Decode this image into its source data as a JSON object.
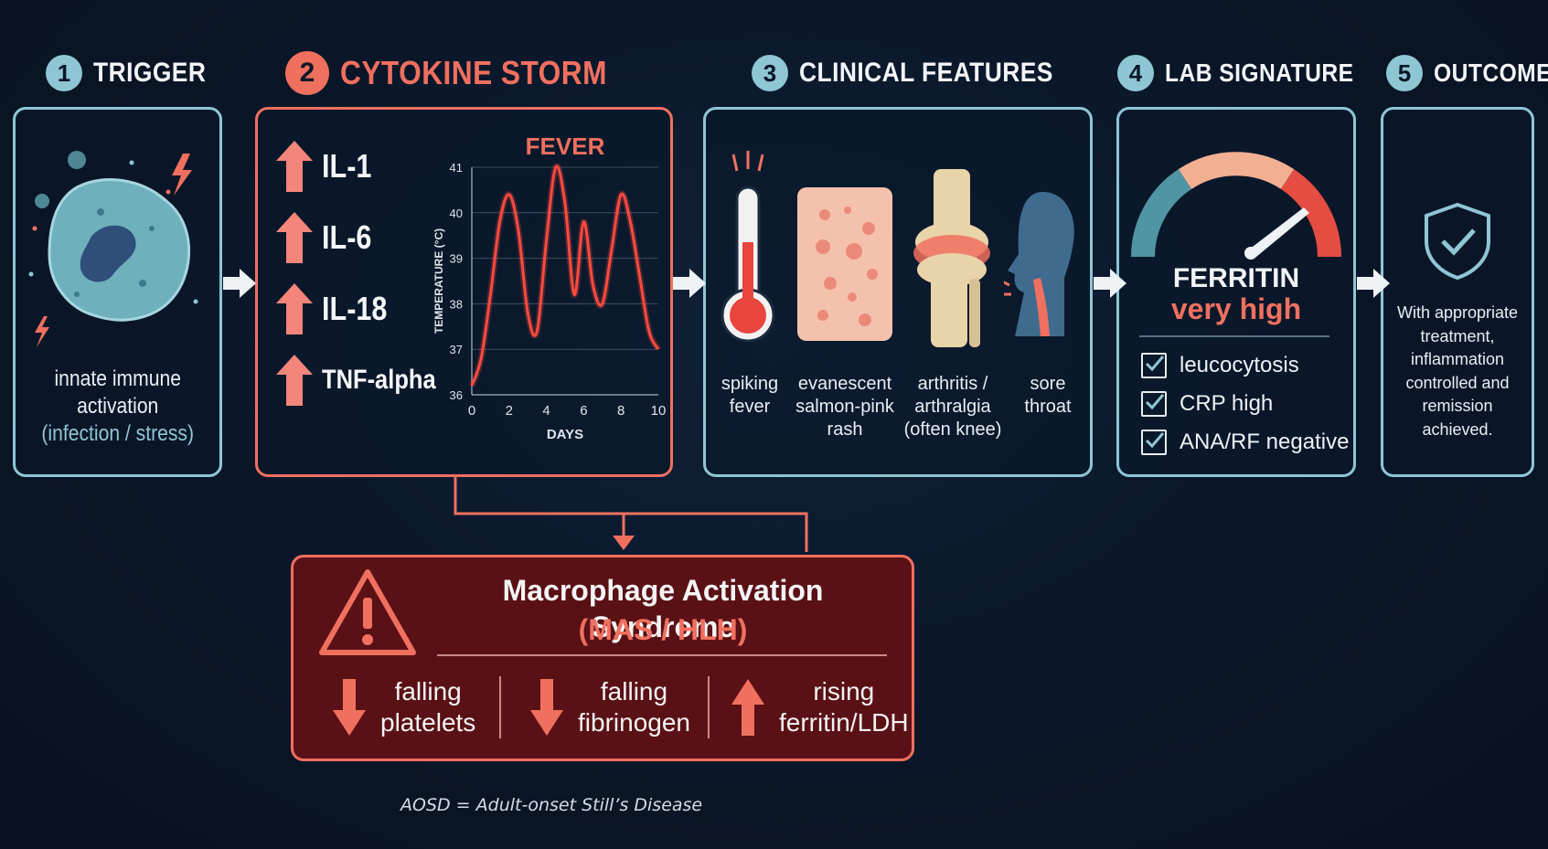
{
  "steps": [
    {
      "number": "1",
      "title": "TRIGGER"
    },
    {
      "number": "2",
      "title": "CYTOKINE STORM"
    },
    {
      "number": "3",
      "title": "CLINICAL FEATURES"
    },
    {
      "number": "4",
      "title": "LAB SIGNATURE"
    },
    {
      "number": "5",
      "title": "OUTCOME"
    }
  ],
  "trigger": {
    "line1": "innate immune",
    "line2": "activation",
    "line3": "(infection / stress)"
  },
  "cytokines": [
    "IL-1",
    "IL-6",
    "IL-18",
    "TNF-alpha"
  ],
  "chart_data": {
    "type": "line",
    "title": "FEVER",
    "xlabel": "DAYS",
    "ylabel": "TEMPERATURE (°C)",
    "xlim": [
      0,
      10
    ],
    "ylim": [
      36,
      41
    ],
    "xticks": [
      "0",
      "2",
      "4",
      "6",
      "8",
      "10"
    ],
    "yticks": [
      "36",
      "37",
      "38",
      "39",
      "40",
      "41"
    ],
    "grid": true,
    "x": [
      0,
      0.5,
      1,
      1.5,
      2,
      2.5,
      3,
      3.5,
      4,
      4.5,
      5,
      5.5,
      6,
      6.5,
      7,
      7.5,
      8,
      8.5,
      9,
      9.5,
      10
    ],
    "y": [
      36.2,
      36.8,
      38.2,
      39.8,
      40.4,
      39.6,
      37.8,
      37.4,
      39.4,
      41.0,
      40.2,
      38.2,
      39.8,
      38.4,
      38.0,
      39.2,
      40.4,
      39.8,
      38.6,
      37.4,
      37.0
    ],
    "color": "#ff4a3d"
  },
  "clinical": [
    {
      "label": "spiking\nfever",
      "icon": "thermometer-icon"
    },
    {
      "label": "evanescent\nsalmon-pink\nrash",
      "icon": "rash-icon"
    },
    {
      "label": "arthritis /\narthralgia\n(often knee)",
      "icon": "knee-joint-icon"
    },
    {
      "label": "sore\nthroat",
      "icon": "throat-icon"
    }
  ],
  "lab": {
    "marker": "FERRITIN",
    "level": "very high",
    "checks": [
      "leucocytosis",
      "CRP high",
      "ANA/RF negative"
    ]
  },
  "outcome": {
    "text": "With appropriate\ntreatment,\ninflammation\ncontrolled and\nremission\nachieved."
  },
  "mas": {
    "title": "Macrophage Activation Syndrome",
    "subtitle": "(MAS / HLH)",
    "items": [
      {
        "direction": "down",
        "label": "falling\nplatelets"
      },
      {
        "direction": "down",
        "label": "falling\nfibrinogen"
      },
      {
        "direction": "up",
        "label": "rising\nferritin/LDH"
      }
    ]
  },
  "footnote": "AOSD = Adult-onset Still’s Disease",
  "colors": {
    "accent_blue": "#8fc6d3",
    "accent_red": "#f0705f",
    "background": "#0a1628"
  }
}
